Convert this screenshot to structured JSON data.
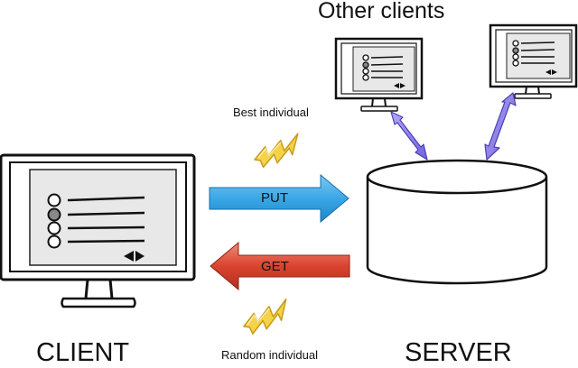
{
  "labels": {
    "other_clients": "Other clients",
    "client": "CLIENT",
    "server": "SERVER",
    "best_individual": "Best individual",
    "random_individual": "Random individual",
    "put": "PUT",
    "get": "GET"
  },
  "colors": {
    "put_arrow": "#3aa7e6",
    "get_arrow": "#d9432f",
    "sync_arrow": "#8478e8",
    "lightning": "#f4d24a"
  },
  "icons": [
    "monitor-icon",
    "database-icon",
    "lightning-icon",
    "double-arrow-icon",
    "scroll-arrows-icon"
  ]
}
